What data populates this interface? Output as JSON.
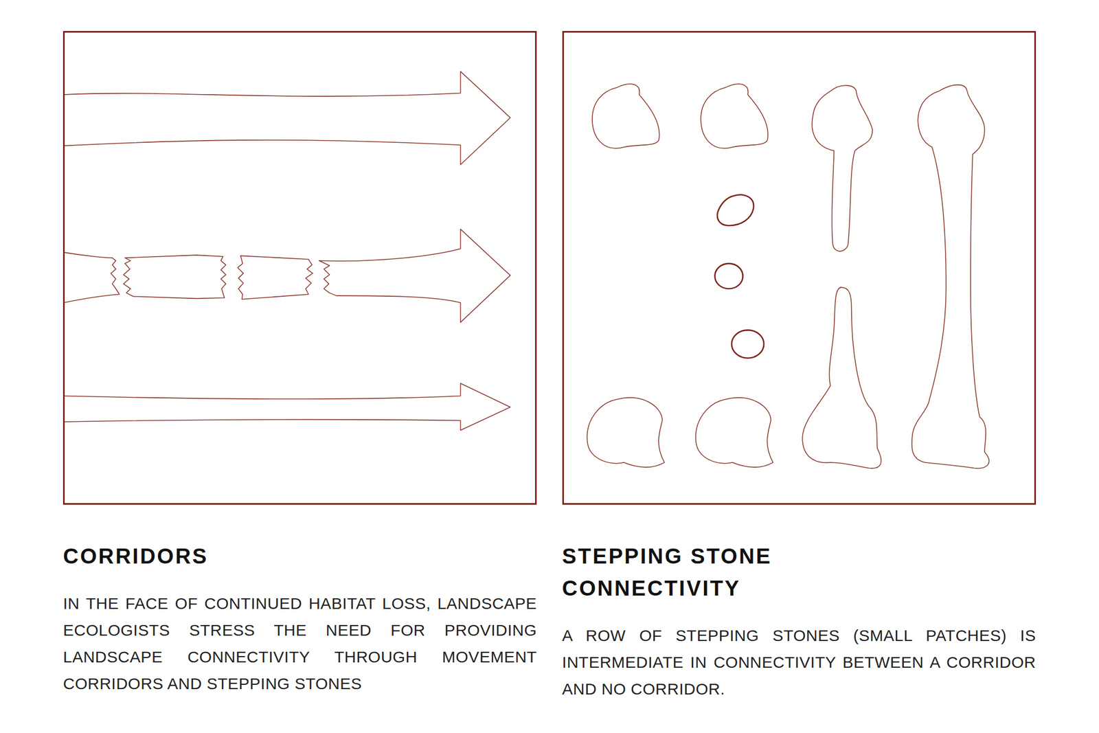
{
  "diagram": {
    "nodes": [
      {
        "text": [
          "CORRIDORS",
          "IN THE FACE OF CONTINUED HABITAT LOSS, LANDSCAPE ECOLOGISTS STRESS THE NEED FOR PROVIDING LANDSCAPE CONNECTIVITY THROUGH MOVEMENT CORRIDORS AND STEPPING STONES"
        ]
      },
      {
        "text": [
          "STEPPING STONE CONNECTIVITY",
          "A ROW OF STEPPING STONES (SMALL PATCHES) IS INTERMEDIATE IN CONNECTIVITY BETWEEN A CORRIDOR AND NO CORRIDOR."
        ]
      }
    ]
  }
}
